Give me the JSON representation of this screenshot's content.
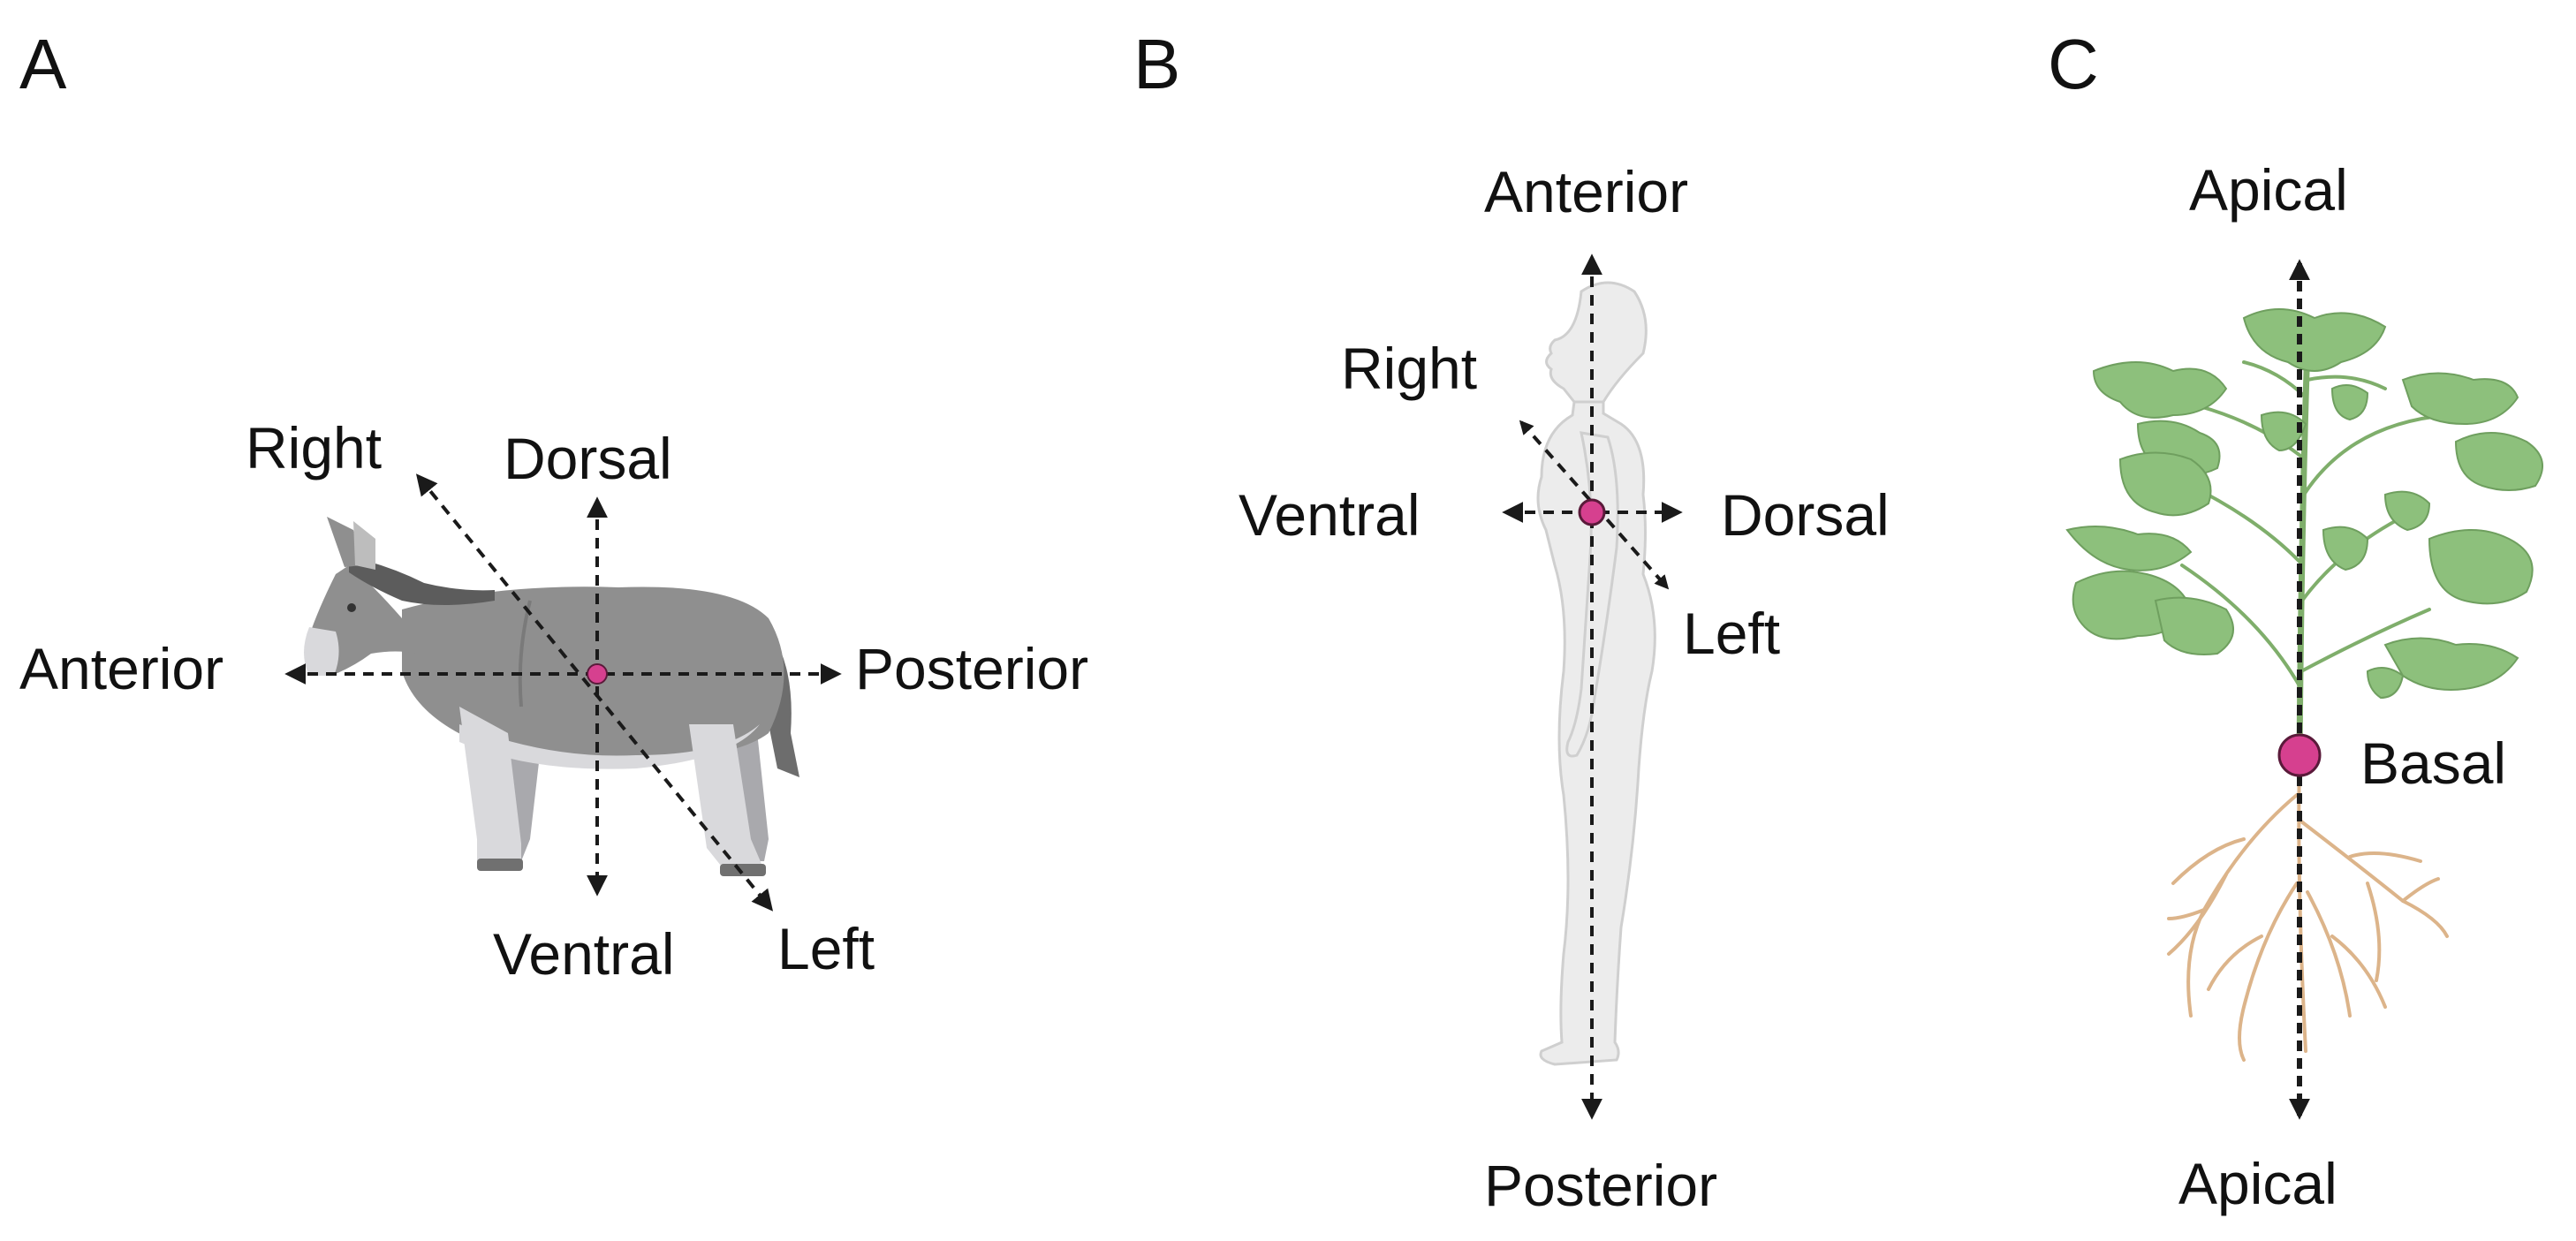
{
  "panels": [
    {
      "letter": "A",
      "labels": {
        "right": "Right",
        "dorsal": "Dorsal",
        "anterior": "Anterior",
        "posterior": "Posterior",
        "ventral": "Ventral",
        "left": "Left"
      }
    },
    {
      "letter": "B",
      "labels": {
        "anterior": "Anterior",
        "right": "Right",
        "ventral": "Ventral",
        "dorsal": "Dorsal",
        "left": "Left",
        "posterior": "Posterior"
      }
    },
    {
      "letter": "C",
      "labels": {
        "apical_top": "Apical",
        "basal": "Basal",
        "apical_bottom": "Apical"
      }
    }
  ],
  "colors": {
    "origin_point": "#d6408f",
    "arrow": "#1a1a1a",
    "donkey_body": "#8f8f8f",
    "donkey_light": "#d9d9dc",
    "human_body": "#ececec",
    "leaf": "#8dc07c",
    "stem": "#7fae6b",
    "root": "#dcb48a"
  }
}
